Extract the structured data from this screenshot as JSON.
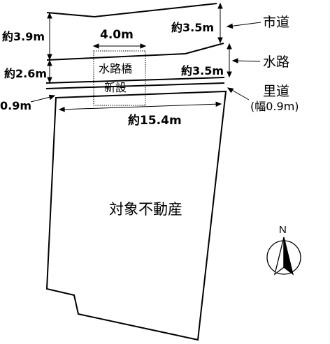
{
  "map": {
    "roads": {
      "city_road": "市道",
      "waterway": "水路",
      "village_road": "里道",
      "village_road_width": "(幅0.9m)"
    },
    "dimensions": {
      "city_road_width_right": "約3.5m",
      "city_road_width_left": "約3.9m",
      "bridge_width": "4.0m",
      "waterway_width_left": "約2.6m",
      "waterway_width_right": "約3.5m",
      "village_road_width_left": "0.9m",
      "frontage": "約15.4m"
    },
    "bridge_note": {
      "line1": "水路橋",
      "line2": "新設"
    },
    "subject_property": "対象不動産",
    "north": {
      "letter": "N",
      "icon": "north-arrow-icon"
    }
  }
}
